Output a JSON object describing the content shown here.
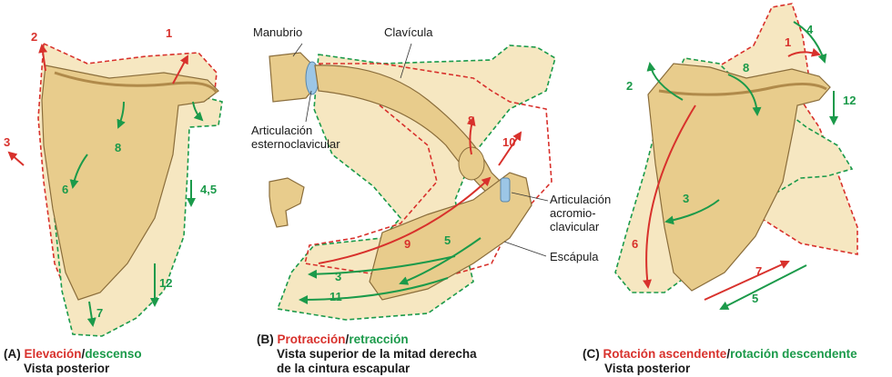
{
  "colors": {
    "elevation_red": "#d8312c",
    "depression_green": "#1b9a4a",
    "bone": "#e8cc8c",
    "halo": "#f6e7c1",
    "cartilage": "#9cc6e6",
    "text": "#1a1a1a"
  },
  "panel_a": {
    "caption_letter": "(A)",
    "caption_red": "Elevación",
    "caption_sep": "/",
    "caption_green": "descenso",
    "caption_line2": "Vista posterior",
    "arrows": {
      "n1": "1",
      "n2": "2",
      "n3": "3",
      "n45": "4,5",
      "n6": "6",
      "n7": "7",
      "n8": "8",
      "n12": "12"
    }
  },
  "panel_b": {
    "label_manubrio": "Manubrio",
    "label_clavicula": "Clavícula",
    "label_art_ec_1": "Articulación",
    "label_art_ec_2": "esternoclavicular",
    "label_art_ac_1": "Articulación",
    "label_art_ac_2": "acromio-",
    "label_art_ac_3": "clavicular",
    "label_escapula": "Escápula",
    "caption_letter": "(B)",
    "caption_red": "Protracción",
    "caption_sep": "/",
    "caption_green": "retracción",
    "caption_line2": "Vista superior de la mitad derecha",
    "caption_line3": "de la cintura escapular",
    "arrows": {
      "n3": "3",
      "n5": "5",
      "n8": "8",
      "n9": "9",
      "n10": "10",
      "n11": "11"
    }
  },
  "panel_c": {
    "caption_letter": "(C)",
    "caption_red": "Rotación ascendente",
    "caption_sep": "/",
    "caption_green": "rotación descendente",
    "caption_line2": "Vista posterior",
    "arrows": {
      "n1": "1",
      "n2": "2",
      "n3": "3",
      "n4": "4",
      "n5": "5",
      "n6": "6",
      "n7": "7",
      "n8": "8",
      "n12": "12"
    }
  }
}
